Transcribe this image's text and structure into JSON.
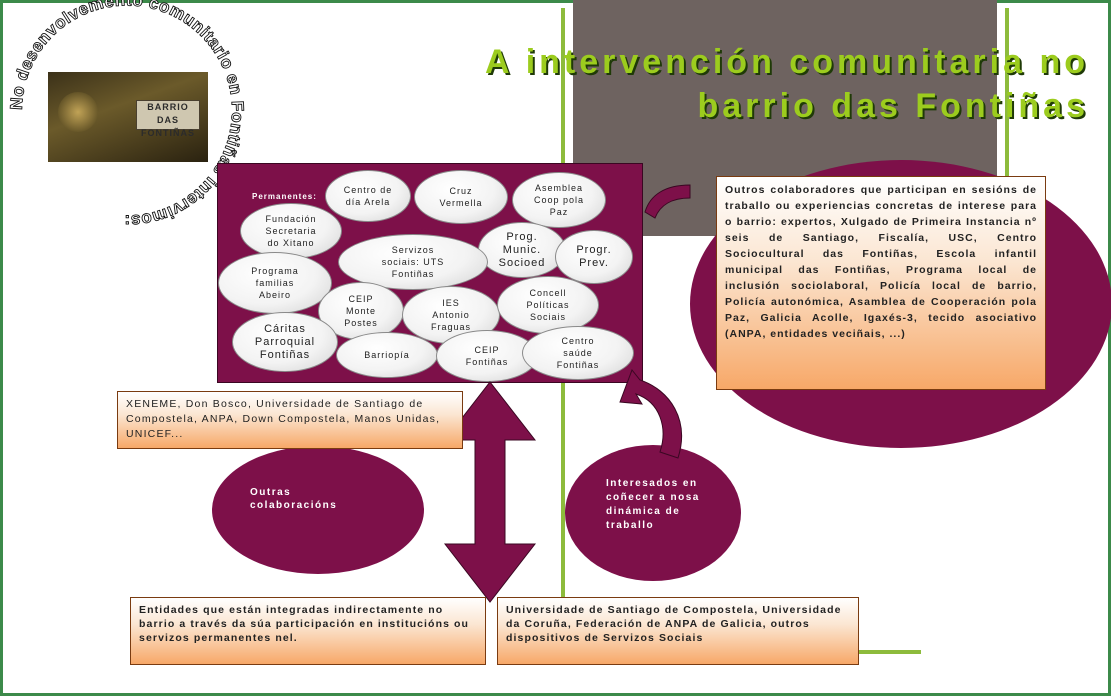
{
  "title": {
    "line1": "A intervención comunitaria no",
    "line2": "barrio das Fontiñas"
  },
  "circular_caption": "No desenvolvemento comunitario en Fontiñas intervimos:",
  "photo_sign": "BARRIO DAS FONTIÑAS",
  "permanent_label": "Permanentes:",
  "ovals": [
    "Centro de\ndía Arela",
    "Cruz\nVermella",
    "Asemblea\nCoop pola\nPaz",
    "Fundación\nSecretaria\ndo Xitano",
    "Prog.\nMunic.\nSocioed",
    "Progr.\nPrev.",
    "Servizos\nsociais: UTS\nFontiñas",
    "Programa\nfamilias\nAbeiro",
    "CEIP\nMonte\nPostes",
    "IES\nAntonio\nFraguas",
    "Concell\nPolíticas\nSociais",
    "Cáritas\nParroquial\nFontiñas",
    "Barriopía",
    "CEIP\nFontiñas",
    "Centro\nsaúde\nFontiñas"
  ],
  "others_collaborators": "Outros colaboradores que participan en sesións de traballo ou experiencias concretas de interese para o barrio: expertos, Xulgado de Primeira Instancia nº seis de Santiago, Fiscalía, USC, Centro Sociocultural das Fontiñas, Escola infantil municipal das Fontiñas, Programa local de inclusión sociolaboral, Policía local de barrio, Policía autonómica, Asamblea de Cooperación pola Paz, Galicia Acolle, Igaxés-3, tecido asociativo (ANPA, entidades veciñais, ...)",
  "xeneme": "XENEME, Don Bosco, Universidade de Santiago de Compostela, ANPA, Down Compostela, Manos Unidas, UNICEF...",
  "outras_colaboracions": "Outras colaboracións",
  "interesados": "Interesados en coñecer a nosa dinámica de traballo",
  "entidades": "Entidades que están integradas indirectamente no barrio a través da súa participación en institucións ou servizos permanentes nel.",
  "universidades": "Universidade de Santiago de Compostela, Universidade da Coruña, Federación de ANPA de Galicia, outros dispositivos de Servizos Sociais",
  "colors": {
    "maroon": "#7d1049",
    "title_green": "#9ccc1e",
    "frame_green": "#3c8a4a",
    "line_green": "#8dbb3c",
    "gray_panel": "#6e6360",
    "orange": "#f7a868"
  }
}
